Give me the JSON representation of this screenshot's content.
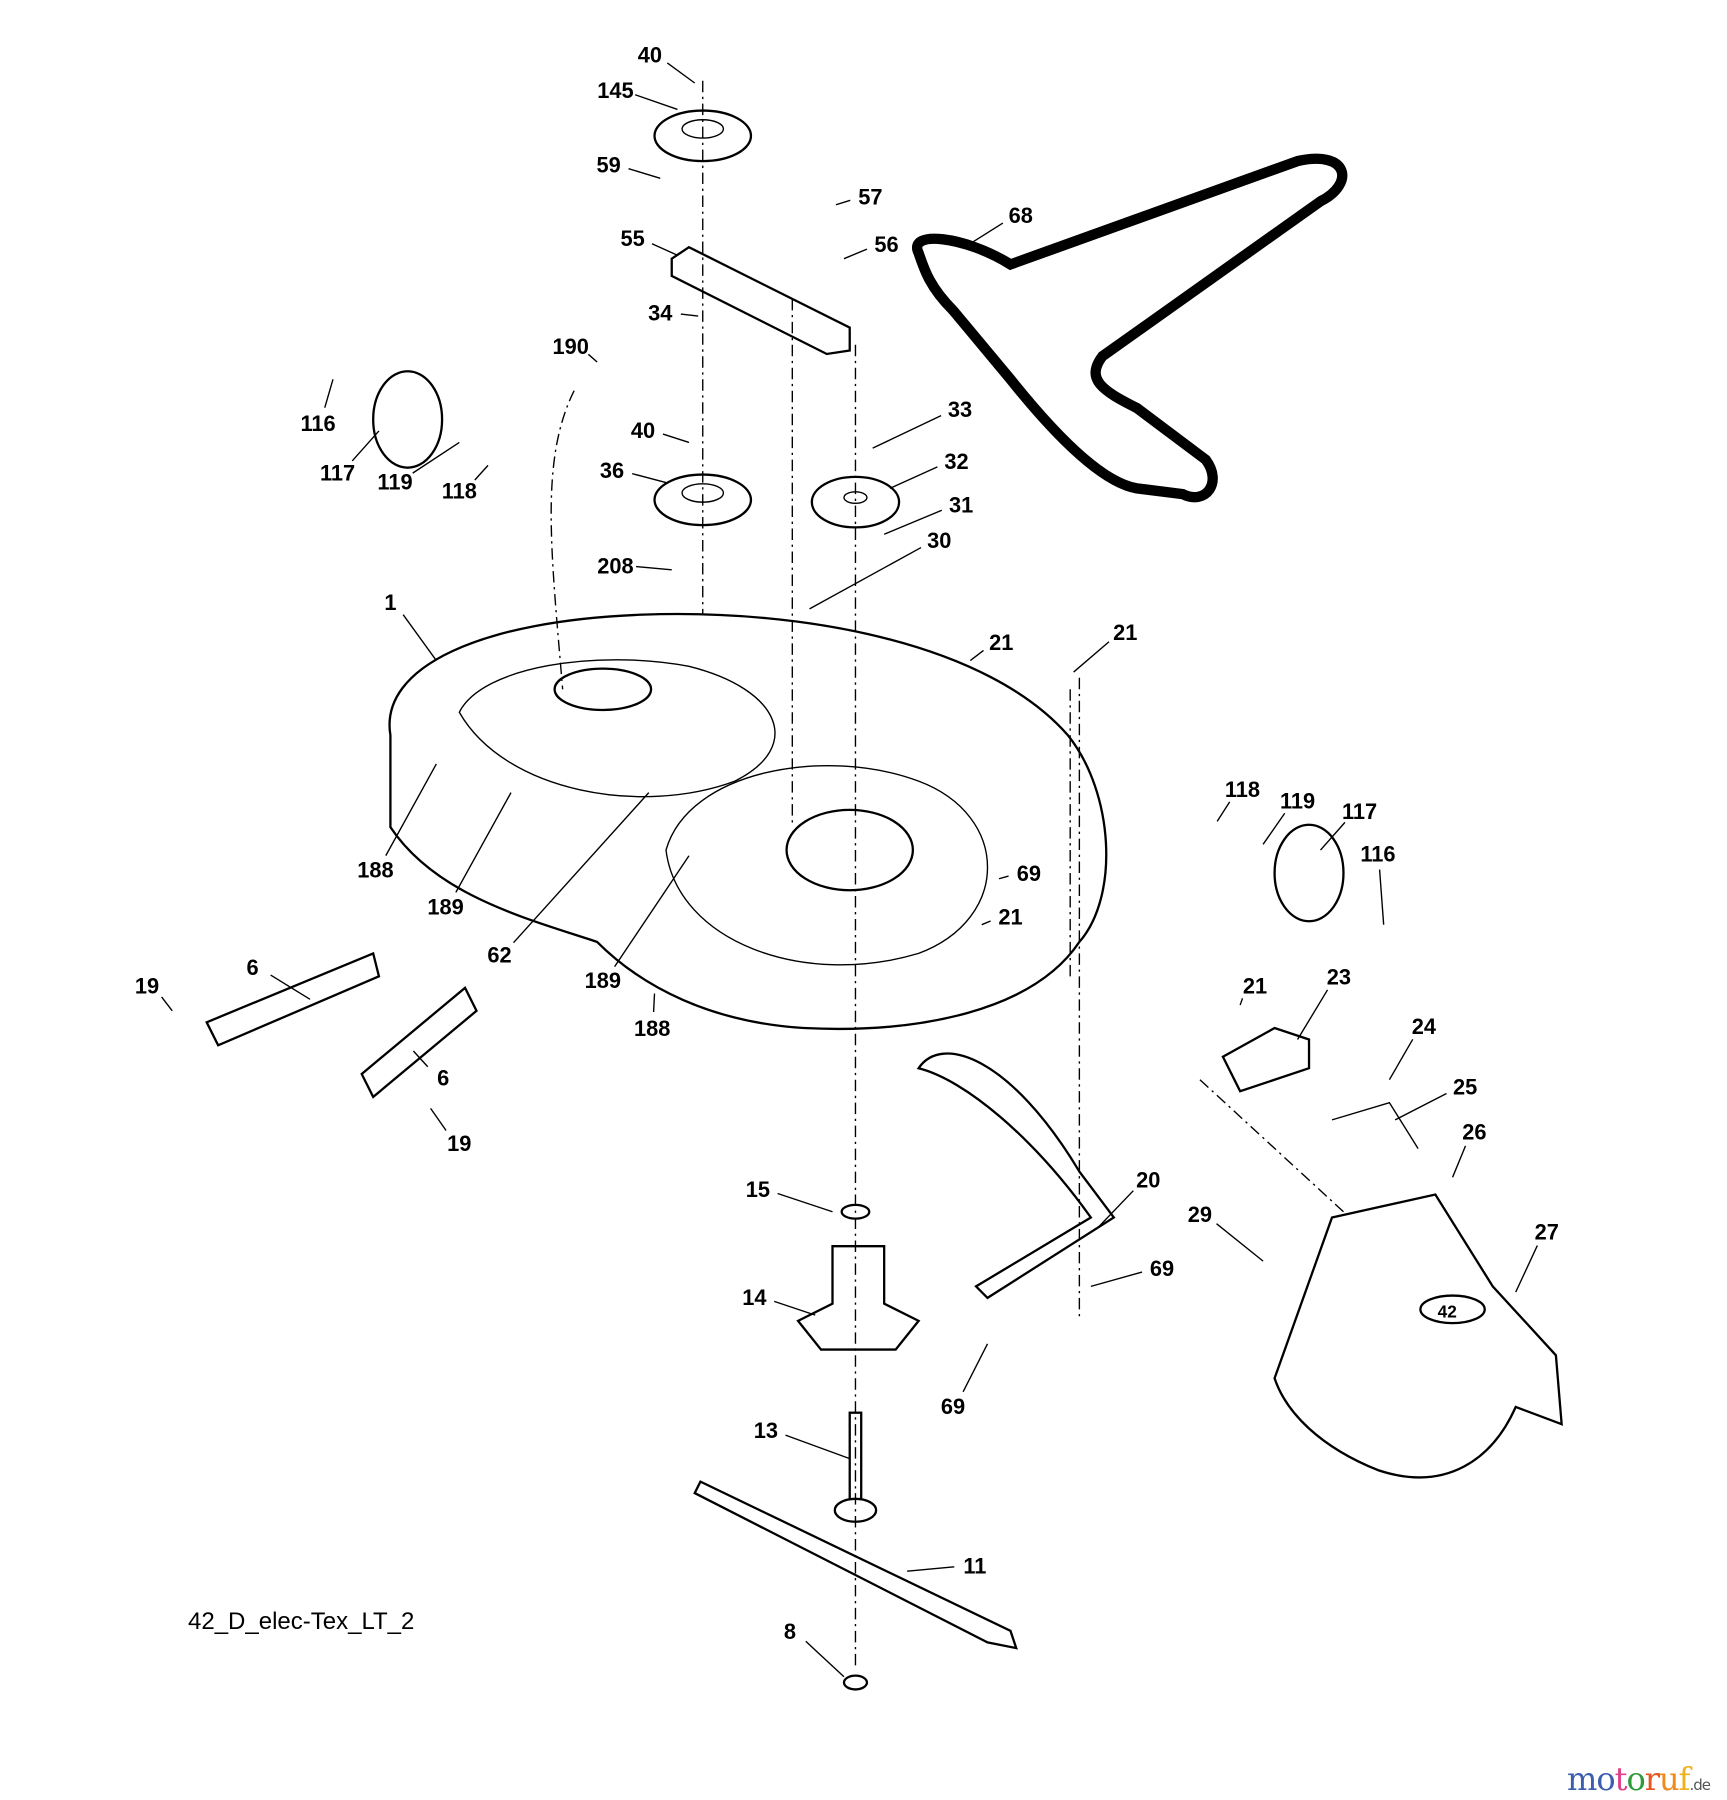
{
  "diagram": {
    "code": "42_D_elec-Tex_LT_2",
    "watermark": {
      "text": "motoruf",
      "suffix": ".de",
      "colors": [
        "#3b5fae",
        "#3b5fae",
        "#e0408a",
        "#2e9a3c",
        "#e8541c",
        "#f08a1c",
        "#f0b21c"
      ]
    },
    "callouts": [
      "40",
      "145",
      "59",
      "57",
      "68",
      "55",
      "56",
      "34",
      "190",
      "116",
      "117",
      "119",
      "118",
      "40",
      "33",
      "36",
      "32",
      "31",
      "30",
      "208",
      "1",
      "21",
      "21",
      "118",
      "119",
      "117",
      "116",
      "69",
      "21",
      "188",
      "189",
      "62",
      "189",
      "188",
      "19",
      "6",
      "6",
      "19",
      "21",
      "23",
      "24",
      "25",
      "26",
      "20",
      "29",
      "27",
      "69",
      "69",
      "15",
      "14",
      "13",
      "11",
      "8"
    ],
    "chute_badge": "42"
  }
}
